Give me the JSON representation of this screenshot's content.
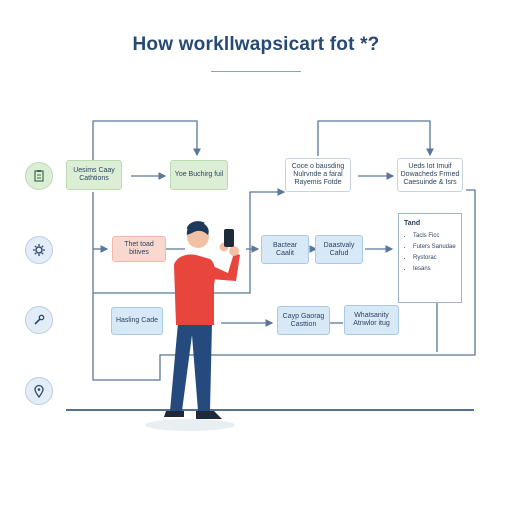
{
  "title": "How workllwapsicart fot *?",
  "nodes": {
    "n1": "Uesims Caay Cathtions",
    "n2": "Yoe Buchirg fuil",
    "n3": "Coce o bausding Nulrvnde a faral Rayemis Fotde",
    "n4": "Ueds Iot Imuif Dowacheds Frmed Caesuinde & Isrs",
    "n5": "Thet toad bitives",
    "n6": "Bactear Caalit",
    "n7": "Daastvaly Cafud",
    "n8": "Hasling Cade",
    "n9": "Cayp Gaorag Casttion",
    "n10": "Whatsanity Atnwlor itug"
  },
  "list_panel": {
    "header": "Tand",
    "items": [
      "Tacls Ficc",
      "Futers Sanudae",
      "Rystorac",
      "Iesans"
    ]
  },
  "icons": [
    "clipboard-icon",
    "gear-icon",
    "wrench-icon",
    "location-pin-icon"
  ],
  "colors": {
    "accent": "#274a73",
    "green": "#dcefd6",
    "blue": "#d7e8f7",
    "peach": "#f9d8cf",
    "shirt": "#e8453c",
    "pants": "#254a7d"
  }
}
